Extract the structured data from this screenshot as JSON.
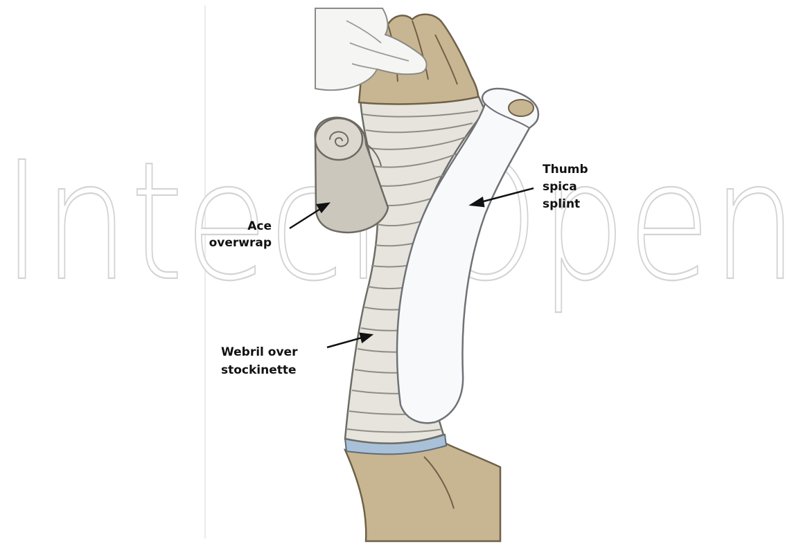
{
  "watermark": {
    "text": "IntechOpen"
  },
  "labels": {
    "ace_line1": "Ace",
    "ace_line2": "overwrap",
    "thumb_line1": "Thumb",
    "thumb_line2": "spica",
    "thumb_line3": "splint",
    "webril_line1": "Webril over",
    "webril_line2": "stockinette"
  },
  "colors": {
    "skin": "#c8b692",
    "skin_outline": "#6f6148",
    "bandage": "#e6e4dc",
    "bandage_wrap_line": "#8d8d86",
    "ace_roll": "#cbc7bd",
    "splint": "#f8f9fb",
    "stockinette_band": "#a9c1d8",
    "glove": "#f5f5f3"
  }
}
